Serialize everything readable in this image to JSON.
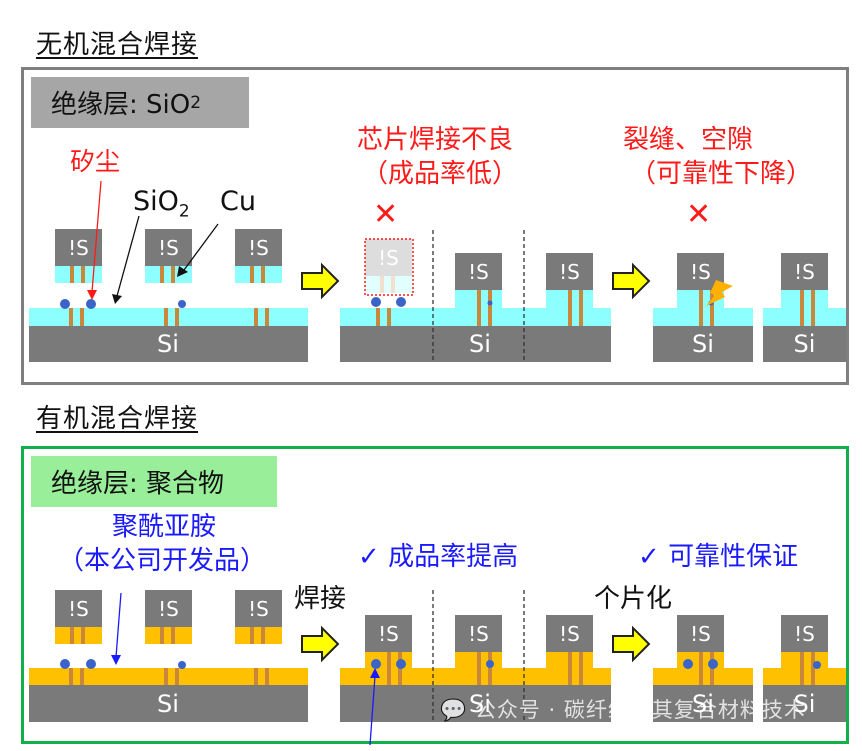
{
  "sections": {
    "inorganic": {
      "title": "无机混合焊接",
      "insulator_tag": "绝缘层: SiO",
      "insulator_sub": "2",
      "labels": {
        "dust": "矽尘",
        "sio2": "SiO",
        "sio2_sub": "2",
        "cu": "Cu"
      },
      "failure_1": {
        "line1": "芯片焊接不良",
        "line2": "（成品率低）",
        "mark": "✕"
      },
      "failure_2": {
        "line1": "裂缝、空隙",
        "line2": "（可靠性下降）",
        "mark": "✕"
      }
    },
    "organic": {
      "title": "有机混合焊接",
      "insulator_tag": "绝缘层: 聚合物",
      "polyimide": {
        "line1": "聚酰亚胺",
        "line2": "（本公司开发品）"
      },
      "step_bond": "焊接",
      "step_singulate": "个片化",
      "benefit_1": {
        "check": "✓",
        "text": "成品率提高"
      },
      "benefit_2": {
        "check": "✓",
        "text": "可靠性保证"
      }
    }
  },
  "diagram_text": {
    "chip_label": "!S",
    "substrate_label": "Si"
  },
  "watermark": "公众号 · 碳纤维及其复合材料技术",
  "colors": {
    "silicon": "#7a7a7a",
    "sio2": "#8effff",
    "polymer": "#ffc000",
    "copper": "#c8873a",
    "particle": "#3a64c8",
    "arrow_fill": "#ffff00",
    "inorganic_border": "#7f7f7f",
    "organic_border": "#12b04a",
    "fail_red": "#ff1a1a",
    "ok_blue": "#1a1aff"
  }
}
